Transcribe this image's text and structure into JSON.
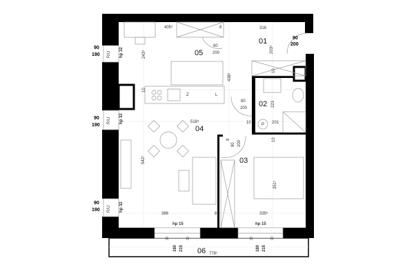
{
  "rooms": {
    "r01": "01",
    "r02": "02",
    "r03": "03",
    "r04": "04",
    "r05": "05",
    "r06": "06"
  },
  "dims": {
    "top_405": "405⁵",
    "top_8": "8",
    "top_316": "316",
    "d01": "203⁵",
    "d05": "243⁵",
    "d05b": "438⁵",
    "d10a": "10",
    "d10b": "10",
    "d10c": "10",
    "d10d": "10",
    "d02": "223",
    "d201": "201",
    "d518": "518⁵",
    "d8v": "8",
    "d542": "542¹",
    "d351": "351⁵",
    "b386": "386",
    "b8": "8",
    "b335": "335⁵",
    "d778": "778¹"
  },
  "doors": {
    "entry": {
      "w": "90",
      "h": "200"
    },
    "d05": {
      "w": "80",
      "h": "200"
    },
    "d02": {
      "w": "80",
      "h": "200"
    },
    "d03": {
      "w": "80",
      "h": "200"
    }
  },
  "kitchen": {
    "fridge": "Z",
    "dishwasher": "L"
  },
  "bath": {
    "washer": "P"
  },
  "windows_left": [
    {
      "w": "90",
      "h": "190",
      "type": "R/U",
      "sill": "hp 32"
    },
    {
      "w": "90",
      "h": "190",
      "type": "R/U",
      "sill": "hp 32"
    },
    {
      "w": "90",
      "h": "190",
      "type": "R/U",
      "sill": "hp 32"
    }
  ],
  "windows_bottom": [
    {
      "sill": "hp 15",
      "type_a": "R",
      "type_b": "R",
      "w": "180",
      "h": "215"
    },
    {
      "sill": "hp 15",
      "type_a": "R",
      "type_b": "R",
      "w": "180",
      "h": "215"
    }
  ]
}
